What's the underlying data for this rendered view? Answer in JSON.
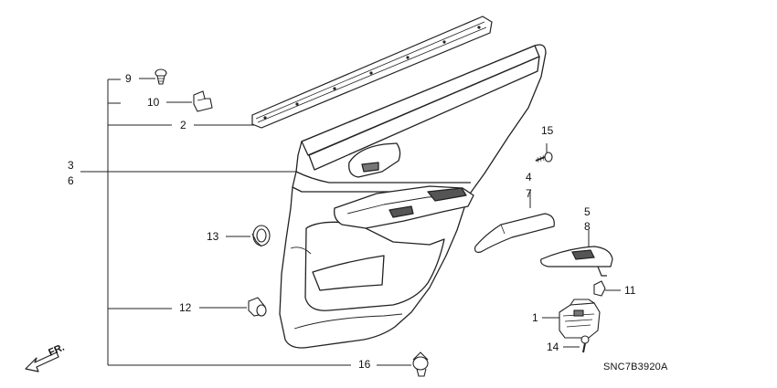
{
  "callouts": {
    "c1": "1",
    "c2": "2",
    "c3": "3",
    "c4": "4",
    "c5": "5",
    "c6": "6",
    "c7": "7",
    "c8": "8",
    "c9": "9",
    "c10": "10",
    "c11": "11",
    "c12": "12",
    "c13": "13",
    "c14": "14",
    "c15": "15",
    "c16": "16"
  },
  "front_indicator": "FR.",
  "drawing_code": "SNC7B3920A",
  "colors": {
    "line": "#222222",
    "shade": "#bfbfbf",
    "background": "#ffffff"
  }
}
